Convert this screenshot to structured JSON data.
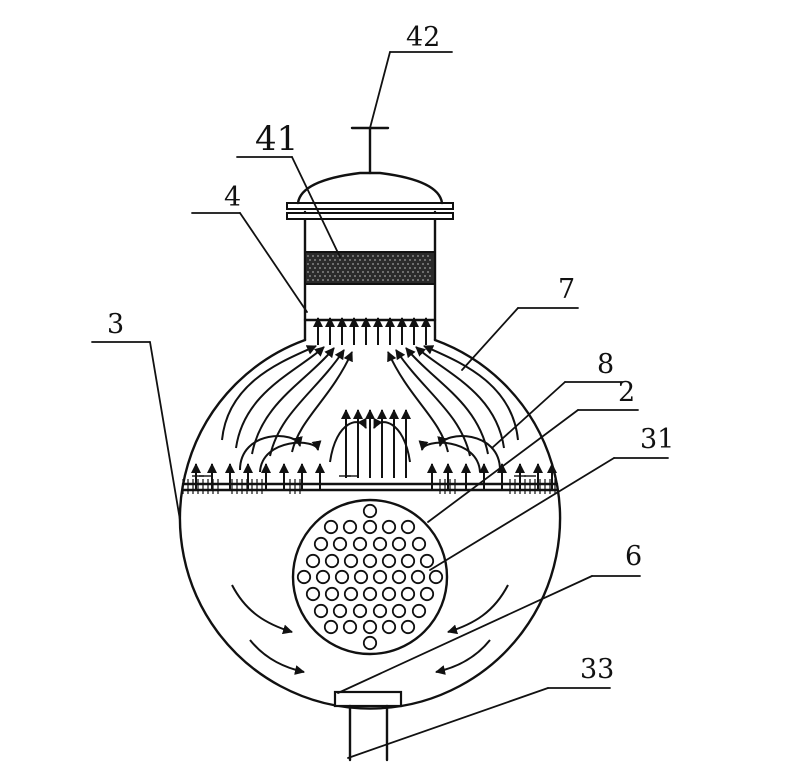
{
  "labels": {
    "l42": "42",
    "l41": "41",
    "l4": "4",
    "l7": "7",
    "l3": "3",
    "l8": "8",
    "l2": "2",
    "l31": "31",
    "l6": "6",
    "l33": "33"
  },
  "colors": {
    "stroke": "#111111",
    "background": "#ffffff"
  },
  "icons": {
    "arrow": "arrowhead-icon"
  }
}
